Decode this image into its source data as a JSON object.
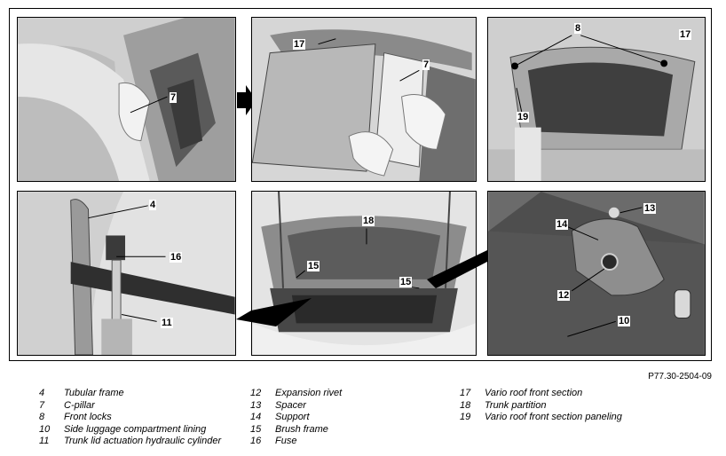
{
  "figure_code": "P77.30-2504-09",
  "panels": [
    {
      "id": "p1",
      "callouts": [
        "7"
      ]
    },
    {
      "id": "p2",
      "callouts": [
        "17",
        "7"
      ]
    },
    {
      "id": "p3",
      "callouts": [
        "8",
        "17",
        "19"
      ]
    },
    {
      "id": "p4",
      "callouts": [
        "4",
        "16",
        "11"
      ]
    },
    {
      "id": "p5",
      "callouts": [
        "18",
        "15",
        "15"
      ]
    },
    {
      "id": "p6",
      "callouts": [
        "13",
        "14",
        "12",
        "10"
      ]
    }
  ],
  "legend": {
    "col1": [
      {
        "num": "4",
        "text": "Tubular frame"
      },
      {
        "num": "7",
        "text": "C-pillar"
      },
      {
        "num": "8",
        "text": "Front locks"
      },
      {
        "num": "10",
        "text": "Side luggage compartment lining"
      },
      {
        "num": "11",
        "text": "Trunk lid actuation hydraulic cylinder"
      }
    ],
    "col2": [
      {
        "num": "12",
        "text": "Expansion rivet"
      },
      {
        "num": "13",
        "text": "Spacer"
      },
      {
        "num": "14",
        "text": "Support"
      },
      {
        "num": "15",
        "text": "Brush frame"
      },
      {
        "num": "16",
        "text": "Fuse"
      }
    ],
    "col3": [
      {
        "num": "17",
        "text": "Vario roof front section"
      },
      {
        "num": "18",
        "text": "Trunk partition"
      },
      {
        "num": "19",
        "text": "Vario roof front section paneling"
      }
    ]
  }
}
